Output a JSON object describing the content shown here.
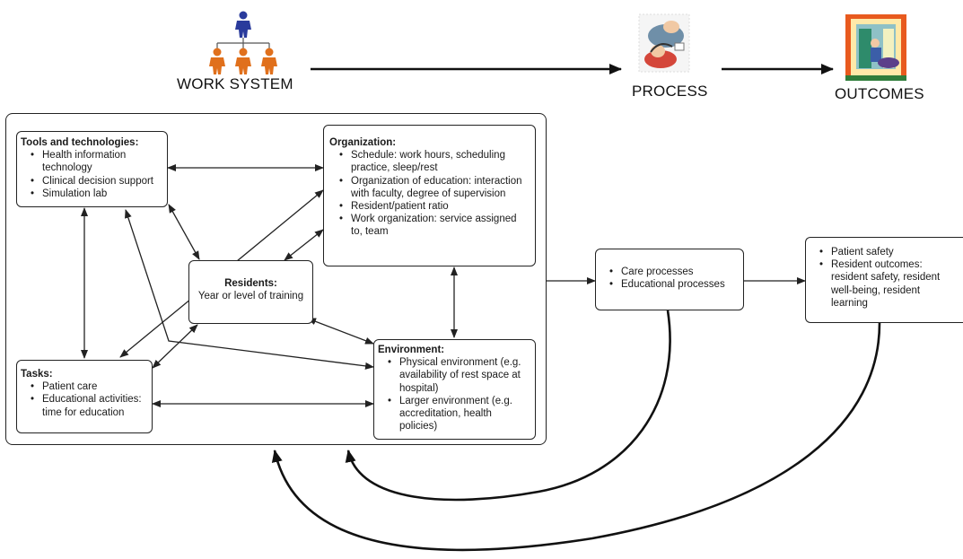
{
  "header": {
    "work_system": "WORK SYSTEM",
    "process": "PROCESS",
    "outcomes": "OUTCOMES"
  },
  "boxes": {
    "tools": {
      "title": "Tools and technologies:",
      "items": [
        "Health information technology",
        "Clinical decision support",
        "Simulation lab"
      ]
    },
    "organization": {
      "title": "Organization:",
      "items": [
        "Schedule: work hours, scheduling practice, sleep/rest",
        "Organization of education: interaction with faculty, degree of supervision",
        "Resident/patient ratio",
        "Work organization: service assigned to, team"
      ]
    },
    "residents": {
      "title": "Residents:",
      "subtitle": "Year or level of training"
    },
    "tasks": {
      "title": "Tasks:",
      "items": [
        "Patient care",
        "Educational activities: time for education"
      ]
    },
    "environment": {
      "title": "Environment:",
      "items": [
        "Physical environment (e.g. availability of rest space at hospital)",
        "Larger environment (e.g. accreditation, health policies)"
      ]
    },
    "process": {
      "items": [
        "Care processes",
        "Educational processes"
      ]
    },
    "outcomes": {
      "items": [
        "Patient safety",
        "Resident outcomes: resident safety, resident well-being, resident learning"
      ]
    }
  },
  "icons": {
    "work_system": "org-chart-people-icon",
    "process": "process-clipart-icon",
    "outcomes": "outcomes-clipart-icon"
  },
  "colors": {
    "top_person": "#2a3b9c",
    "team_person": "#e0701c",
    "lines": "#222222"
  }
}
